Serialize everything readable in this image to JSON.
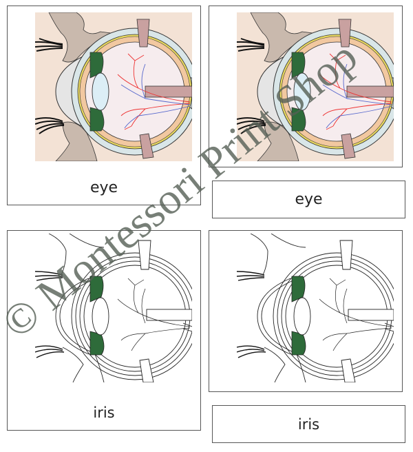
{
  "cards": [
    {
      "type": "control-card",
      "style": "color",
      "label": "eye"
    },
    {
      "type": "picture-card",
      "style": "color"
    },
    {
      "type": "label-card",
      "label": "eye"
    },
    {
      "type": "control-card",
      "style": "outline",
      "label": "iris",
      "highlighted_part": "iris"
    },
    {
      "type": "picture-card",
      "style": "outline",
      "highlighted_part": "iris"
    },
    {
      "type": "label-card",
      "label": "iris"
    }
  ],
  "watermark": "© Montessori Print Shop",
  "colors": {
    "background_tissue": "#f3e2d5",
    "eyelid": "#c9b9ad",
    "sclera": "#d9e6e8",
    "choroid": "#f2c8a0",
    "retina_line": "#e8d860",
    "vitreous": "#f6ecee",
    "iris": "#2e6b3a",
    "lens": "#dceef6",
    "muscle": "#c9a1a0",
    "artery": "#ee3333",
    "vein": "#5566cc"
  }
}
